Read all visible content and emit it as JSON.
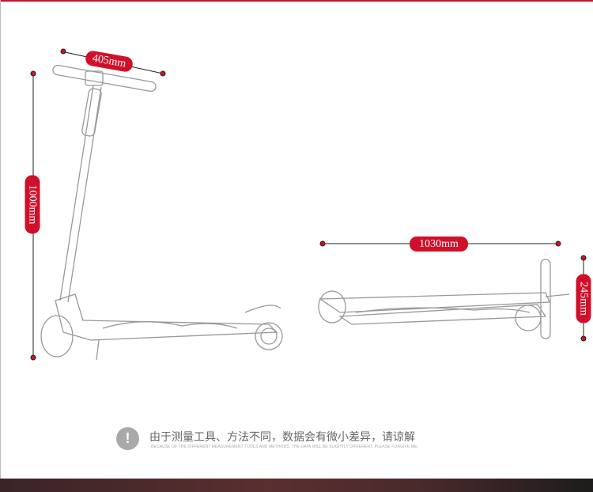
{
  "dimensions": {
    "handlebar_width": "405mm",
    "height": "1000mm",
    "folded_length": "1030mm",
    "folded_height": "245mm"
  },
  "notice": {
    "icon": "exclamation-icon",
    "icon_text": "!",
    "chinese": "由于测量工具、方法不同，数据会有微小差异，请谅解",
    "english": "BECAUSE OF THE DIFFERENT MEASUREMENT TOOLS AND METHODS, THE DATA WILL BE SLIGHTLY DIFFERENT, PLEASE FORGIVE ME."
  },
  "colors": {
    "accent": "#d0102a",
    "footer": "#4a2a2c"
  }
}
